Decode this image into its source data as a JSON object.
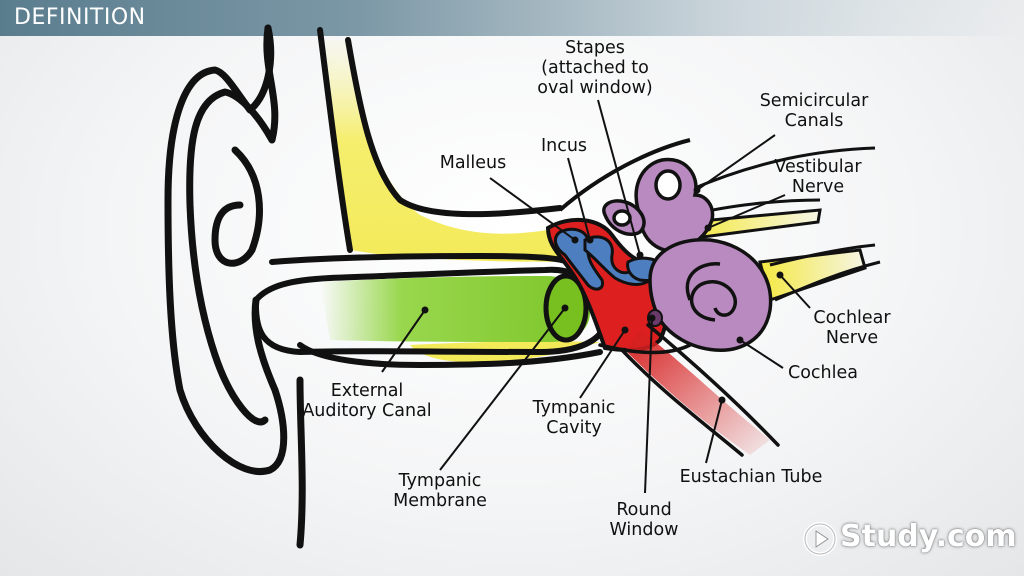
{
  "banner": {
    "title": "DEFINITION"
  },
  "labels": {
    "stapes": "Stapes\n(attached to\noval window)",
    "incus": "Incus",
    "malleus": "Malleus",
    "semicircular_canals": "Semicircular\nCanals",
    "vestibular_nerve": "Vestibular\nNerve",
    "cochlear_nerve": "Cochlear\nNerve",
    "cochlea": "Cochlea",
    "external_auditory_canal": "External\nAuditory Canal",
    "tympanic_cavity": "Tympanic\nCavity",
    "tympanic_membrane": "Tympanic\nMembrane",
    "eustachian_tube": "Eustachian Tube",
    "round_window": "Round\nWindow"
  },
  "logo": {
    "text": "Study.com"
  },
  "colors": {
    "banner": "#5a7d8e",
    "canal_green": "#8ed33a",
    "bone_yellow": "#f5ef7a",
    "cavity_red": "#dd1f1f",
    "ossicle_blue": "#4d7fc0",
    "inner_ear_purple": "#b98ac0"
  }
}
